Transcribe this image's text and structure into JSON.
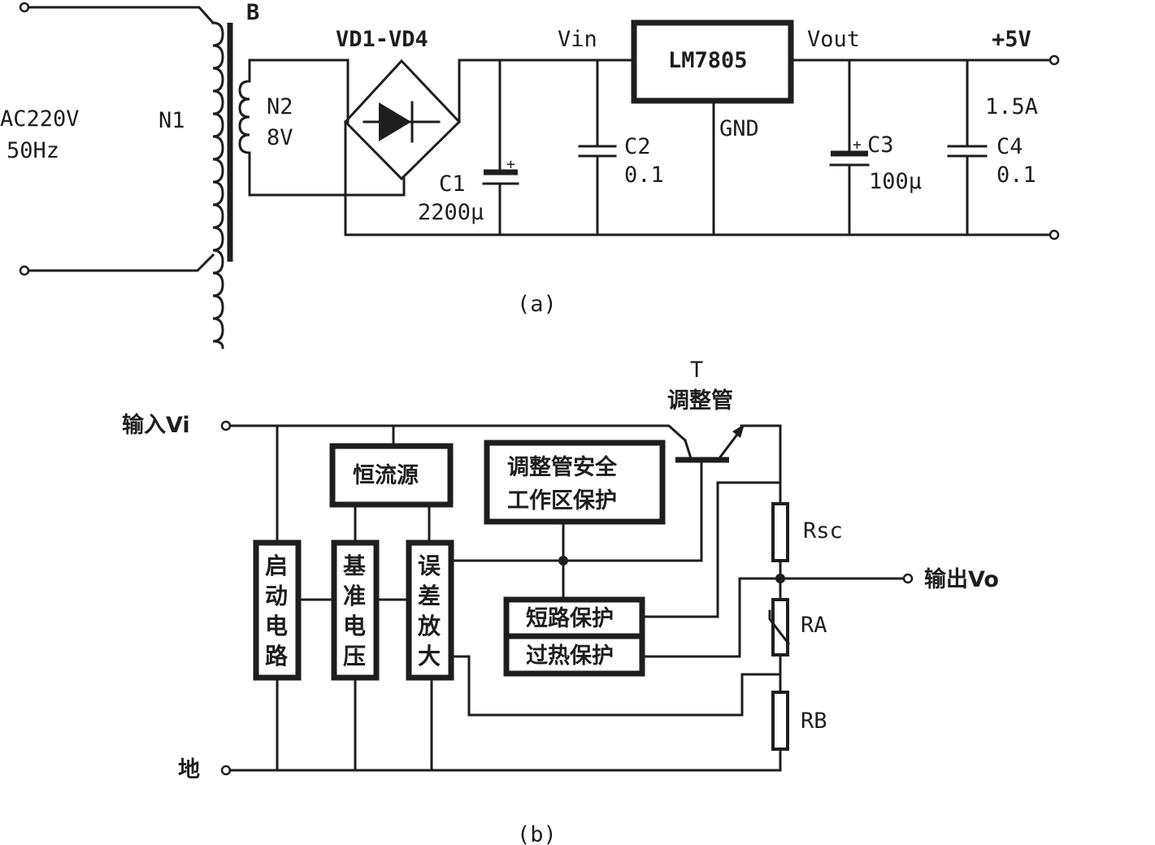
{
  "diagram_a": {
    "caption": "(a)",
    "ac_label": "AC220V",
    "freq_label": "50Hz",
    "primary_label": "N1",
    "transformer_label": "B",
    "secondary_label": "N2",
    "secondary_voltage": "8V",
    "bridge_label": "VD1-VD4",
    "vin_label": "Vin",
    "regulator_label": "LM7805",
    "vout_label": "Vout",
    "gnd_label": "GND",
    "output_voltage": "+5V",
    "output_current": "1.5A",
    "c1_name": "C1",
    "c1_value": "2200μ",
    "c2_name": "C2",
    "c2_value": "0.1",
    "c3_name": "C3",
    "c3_value": "100μ",
    "c4_name": "C4",
    "c4_value": "0.1"
  },
  "diagram_b": {
    "caption": "(b)",
    "input_label": "输入Vi",
    "ground_label": "地",
    "output_label": "输出Vo",
    "transistor_name": "T",
    "transistor_label": "调整管",
    "current_source": "恒流源",
    "soa_line1": "调整管安全",
    "soa_line2": "工作区保护",
    "startup": [
      "启",
      "动",
      "电",
      "路"
    ],
    "reference": [
      "基",
      "准",
      "电",
      "压"
    ],
    "error_amp": [
      "误",
      "差",
      "放",
      "大"
    ],
    "short_protect": "短路保护",
    "thermal_protect": "过热保护",
    "rsc_label": "Rsc",
    "ra_label": "RA",
    "rb_label": "RB"
  }
}
